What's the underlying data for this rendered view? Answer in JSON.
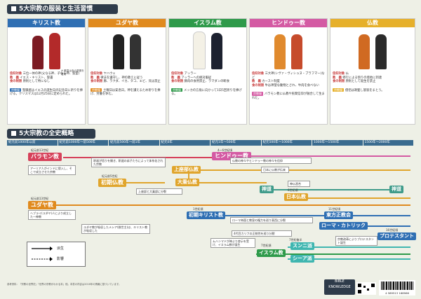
{
  "top_section": {
    "title": "5大宗教の服装と生活習慣",
    "religions": [
      {
        "name": "キリスト教",
        "color": "#2f6fb3",
        "deity": "三位一体の神(父なる神、子なる神、聖霊)",
        "scripture": "イエス・キリスト、聖書",
        "diet": "原則として特になし",
        "tag": "宗教服",
        "desc": "聖職者はイエスの誕生日の記念日に祈りを捧げる。クリスマスは12月25日に定められた。",
        "note": "※ 教皇は赤の祭服を着用"
      },
      {
        "name": "ユダヤ教",
        "color": "#e08a1e",
        "deity": "ヤハウェ",
        "scripture": "律法を遵守し、神の教えに従う",
        "diet": "豚、ラクダ、イカ、タコ、エビ、貝は禁止",
        "tag": "宗教服",
        "desc": "土曜日は安息日。神を讃えるため祈りを捧げ、労働を休む。",
        "note": ""
      },
      {
        "name": "イスラム教",
        "color": "#2e9a4a",
        "deity": "アッラー",
        "scripture": "アッラーへの絶対服従",
        "diet": "豚肉の食用禁止、ラマダンの断食",
        "tag": "宗教服",
        "desc": "メッカの方角に向かって1日5回祈りを捧げる。",
        "note": ""
      },
      {
        "name": "ヒンドゥー教",
        "color": "#d45aa3",
        "deity": "三大神(シヴァ・ヴィシュヌ・ブラフマー)など",
        "scripture": "カースト制度",
        "diet": "牛は神聖な動物とされ、牛肉を食べない",
        "tag": "宗教服",
        "desc": "バラモン教に仏教や民間信仰が融合して生まれた。",
        "note": ""
      },
      {
        "name": "仏教",
        "color": "#e6b02a",
        "deity": "仏",
        "scripture": "修行による悟りの境地に到達",
        "diet": "原則として殺生を禁止",
        "tag": "宗教服",
        "desc": "僧侶は剃髪し袈裟をまとう。",
        "note": ""
      }
    ],
    "labels": {
      "deity": "信仰対象",
      "scripture": "教　義",
      "diet": "食の制限"
    }
  },
  "timeline": {
    "title": "5大宗教の全史概略",
    "eras": [
      "紀元前1000年以前",
      "紀元前1000年〜前500年",
      "紀元前500年〜前1年",
      "紀元0年",
      "紀元1年〜500年",
      "紀元500年〜1000年",
      "1000年〜1500年",
      "1500年〜2000年"
    ],
    "nodes": [
      {
        "id": "baramon",
        "label": "バラモン教",
        "date": "紀元前13世紀",
        "color": "#d6415a"
      },
      {
        "id": "shoki",
        "label": "初期仏教",
        "date": "紀元前5世紀",
        "color": "#e0a52c"
      },
      {
        "id": "jozabu",
        "label": "上座部仏教",
        "date": "",
        "color": "#e0a52c"
      },
      {
        "id": "daijo",
        "label": "大乗仏教",
        "date": "",
        "color": "#e0a52c"
      },
      {
        "id": "hindu",
        "label": "ヒンドゥー教",
        "date": "4〜6世紀頃",
        "color": "#d45aa3"
      },
      {
        "id": "shinto",
        "label": "神道",
        "date": "",
        "color": "#3f9b8a"
      },
      {
        "id": "nihon",
        "label": "日本仏教",
        "date": "6世紀頃",
        "color": "#e0a52c"
      },
      {
        "id": "shinto2",
        "label": "神道",
        "date": "",
        "color": "#3f9b8a"
      },
      {
        "id": "yudaya",
        "label": "ユダヤ教",
        "date": "紀元前13世紀",
        "color": "#e08a1e"
      },
      {
        "id": "shoki_k",
        "label": "初期キリスト教",
        "date": "1世紀頃",
        "color": "#2f6fb3"
      },
      {
        "id": "toho",
        "label": "東方正教会",
        "date": "11世紀頃",
        "color": "#2f6fb3"
      },
      {
        "id": "roma",
        "label": "ローマ・カトリック",
        "date": "",
        "color": "#2f6fb3"
      },
      {
        "id": "protestant",
        "label": "プロテスタント",
        "date": "16世紀頃",
        "color": "#2f6fb3"
      },
      {
        "id": "islam",
        "label": "イスラム教",
        "date": "7世紀頃",
        "color": "#2e9a4a"
      },
      {
        "id": "sunni",
        "label": "スンニ派",
        "date": "7世紀後半",
        "color": "#3fb6b0"
      },
      {
        "id": "shia",
        "label": "シーア派",
        "date": "",
        "color": "#3fb6b0"
      }
    ],
    "notes": [
      "アーリア人がインドに侵入し、そこで成立させた宗教",
      "釈迦が悟りを開き、釈迦の弟子たちによって体系化された宗教",
      "上座部と大乗部に分裂",
      "仏教の神々やヒンドゥー教の神々を信仰",
      "日本に仏教が伝来",
      "神仏習合",
      "ヘブライ(ユダヤ)人により成立した一神教",
      "ユダヤ教が吸収したメシア(救世主)は、キリスト教が吸収した",
      "ローマ帝国と教皇の権力を巡り東西に分裂",
      "ムハンマドが神より啓示を受け、イスラム教が誕生",
      "4代目カリフの正統性を巡り分裂",
      "宗教改革によりプロテスタント誕生"
    ],
    "legend": {
      "derive": "派生",
      "influence": "影響"
    }
  },
  "footer": {
    "text": "参考資料：『宗教の世界史』『世界の宗教がわかる本』他。本書の内容は2016年の情報に基づいています。",
    "logo": "BIBLE KNOWLEDGE",
    "barcode": "4 589513 168966"
  }
}
